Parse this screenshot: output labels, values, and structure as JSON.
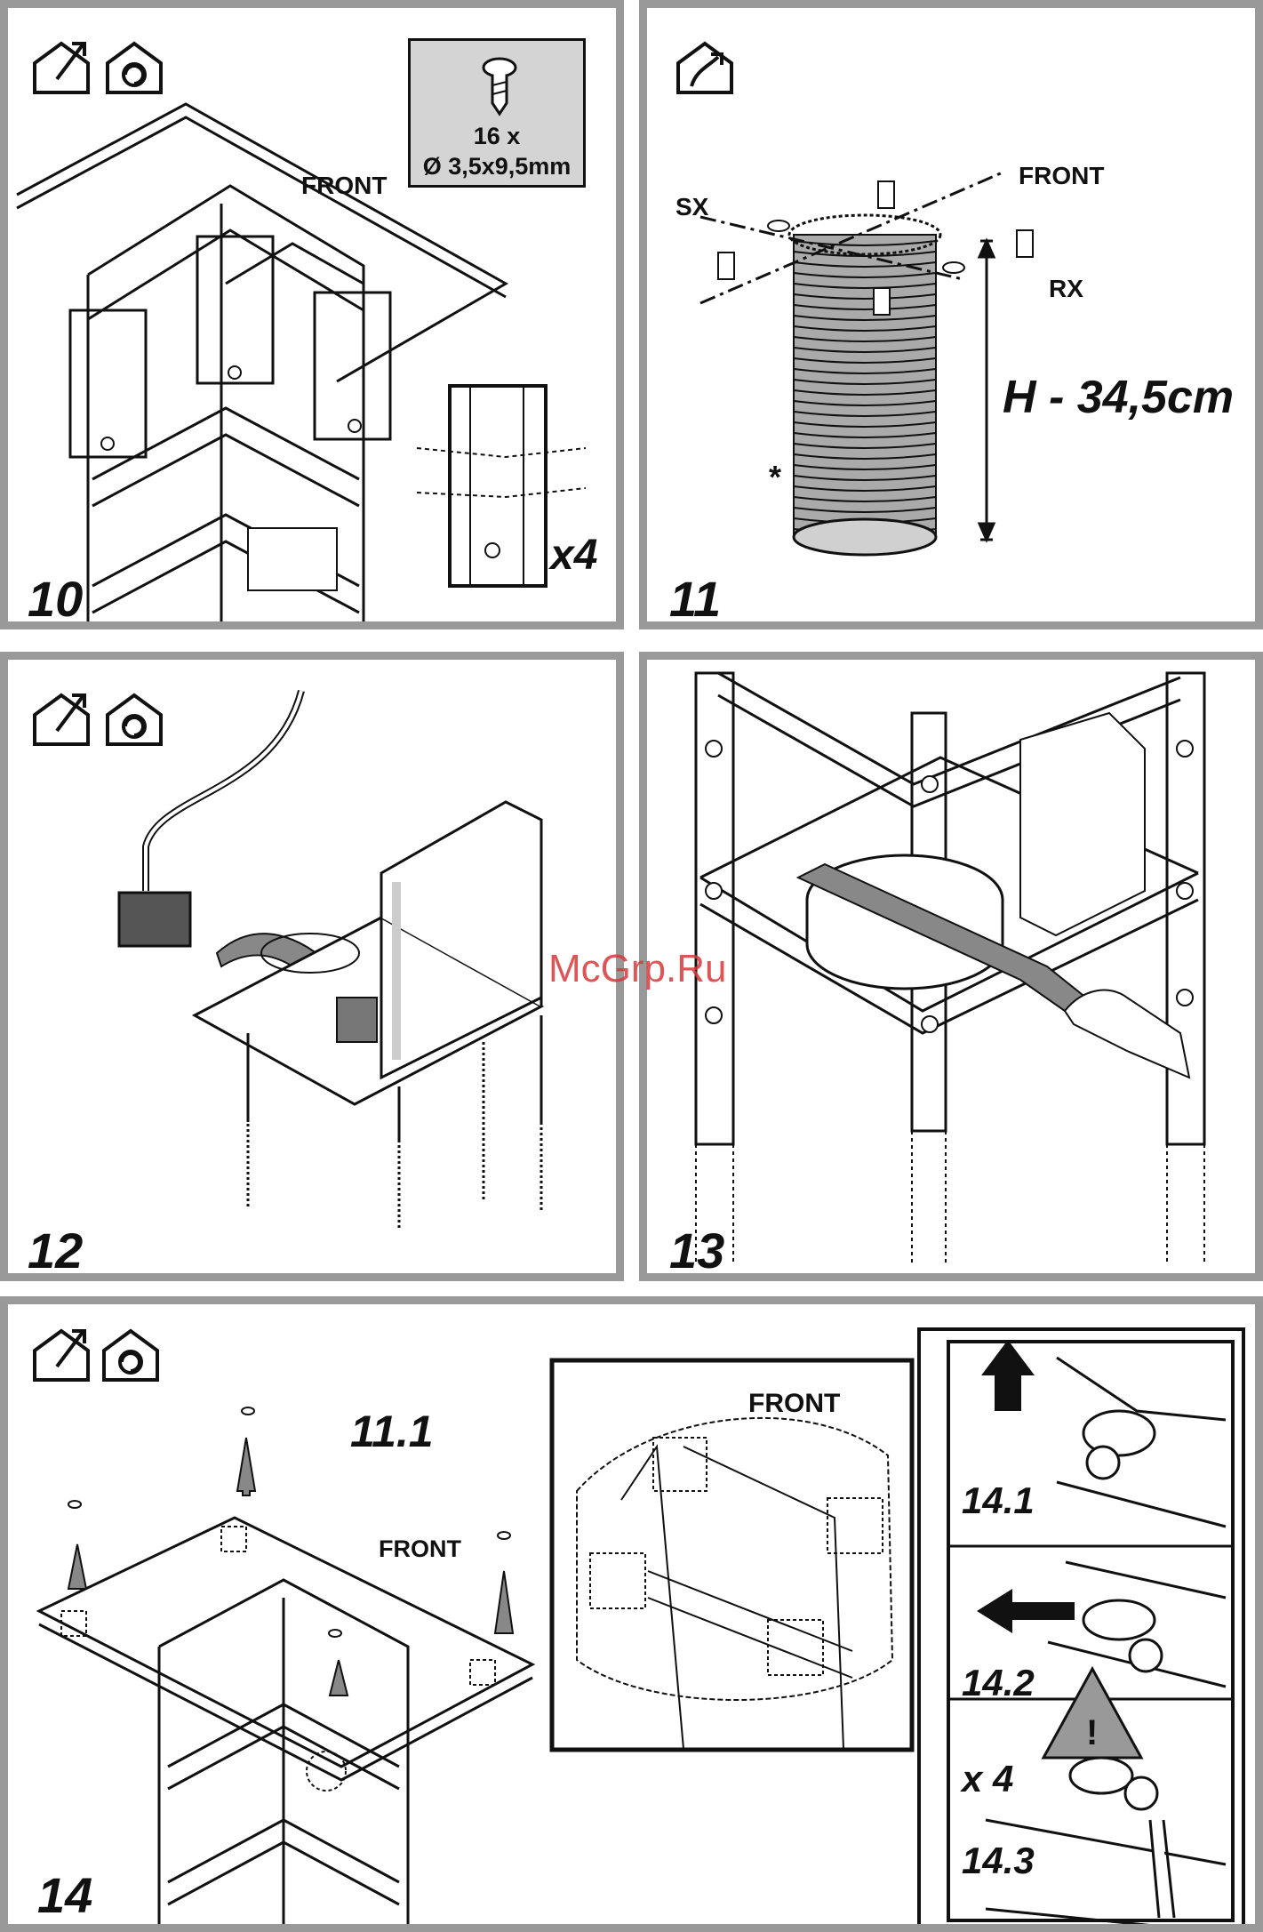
{
  "panels": {
    "p10": {
      "step": "10",
      "screw_qty": "16 x",
      "screw_size": "Ø 3,5x9,5mm",
      "front": "FRONT",
      "multiplier": "x4"
    },
    "p11": {
      "step": "11",
      "sx": "SX",
      "rx": "RX",
      "front": "FRONT",
      "height": "H - 34,5cm",
      "asterisk": "*"
    },
    "p12": {
      "step": "12"
    },
    "p13": {
      "step": "13"
    },
    "p14": {
      "step": "14",
      "ref": "11.1",
      "front": "FRONT",
      "front_inset": "FRONT",
      "sub1": "14.1",
      "sub2": "14.2",
      "sub3": "14.3",
      "times": "x 4",
      "warning": "!"
    }
  },
  "watermark": "McGrp.Ru",
  "icons": {
    "p10": [
      "house-extraction-icon",
      "house-recirculation-icon"
    ],
    "p11": [
      "house-outlet-icon"
    ],
    "p12": [
      "house-extraction-icon",
      "house-recirculation-icon"
    ],
    "p14": [
      "house-extraction-icon",
      "house-recirculation-icon"
    ]
  },
  "colors": {
    "frame": "#999999",
    "screwbox": "#d4d4d4",
    "watermark": "#d9383a",
    "arrow": "#777777"
  }
}
